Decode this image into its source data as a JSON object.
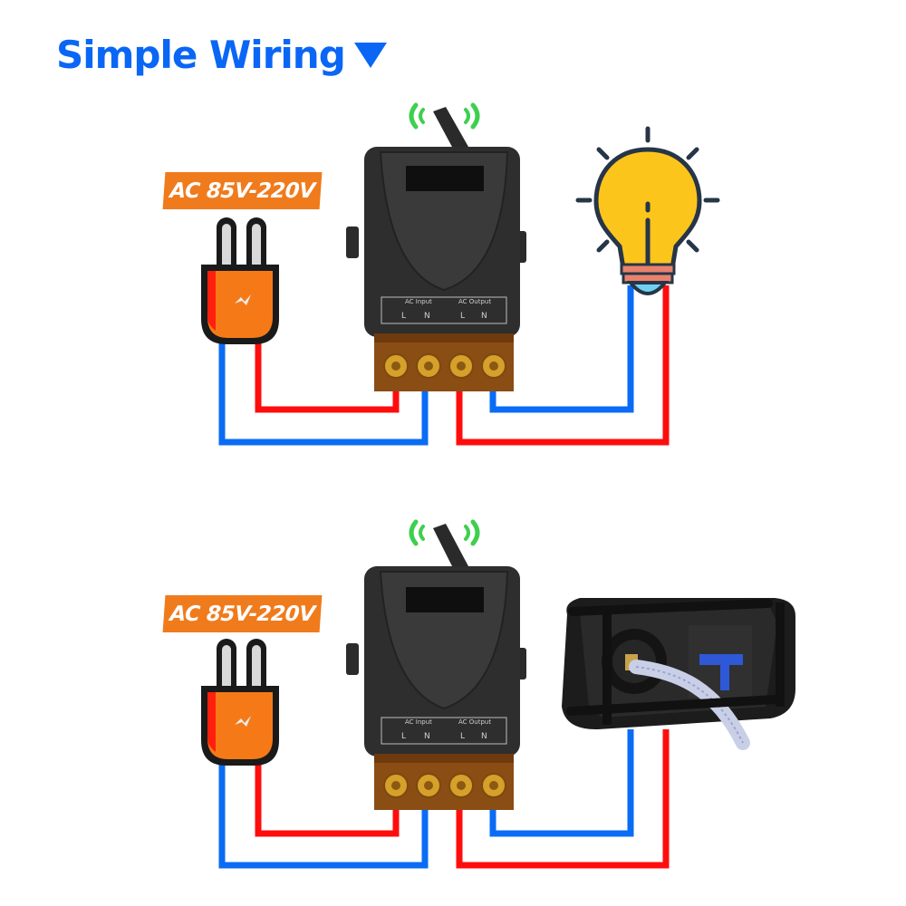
{
  "title": "Simple Wiring",
  "title_icon": "triangle-down-icon",
  "colors": {
    "title": "#0a66f5",
    "badge": "#f07b1c",
    "live_wire": "#ff0d0d",
    "neutral_wire": "#0a6cf5",
    "signal": "#3ecf4f",
    "bulb": "#fcc51c",
    "relay_body": "#2e2e2e",
    "terminal_block": "#8a4d14"
  },
  "diagrams": [
    {
      "voltage_label": "AC 85V-220V",
      "source_icon": "power-plug-icon",
      "receiver": {
        "input_label": "AC Input",
        "output_label": "AC Output",
        "terminals": [
          "L",
          "N",
          "L",
          "N"
        ]
      },
      "load_icon": "light-bulb-icon"
    },
    {
      "voltage_label": "AC 85V-220V",
      "source_icon": "power-plug-icon",
      "receiver": {
        "input_label": "AC Input",
        "output_label": "AC Output",
        "terminals": [
          "L",
          "N",
          "L",
          "N"
        ]
      },
      "load_icon": "water-pump-icon"
    }
  ]
}
